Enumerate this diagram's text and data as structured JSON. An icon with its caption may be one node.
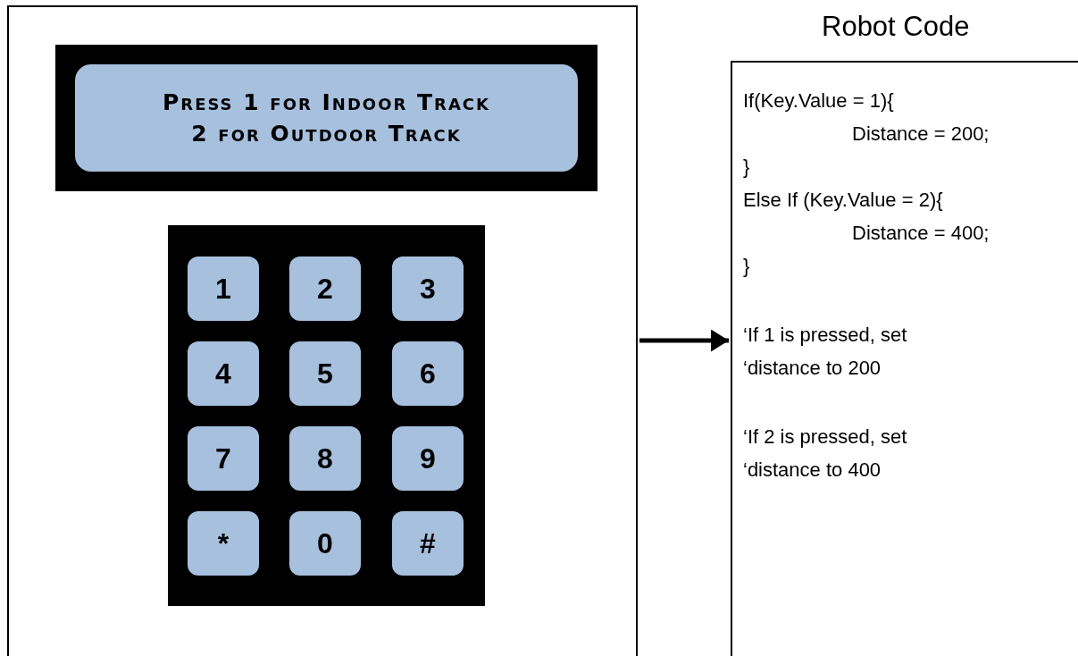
{
  "diagram": {
    "nodes": [
      {
        "text": [],
        "shape": "box"
      },
      {
        "text": [
          "Press 1 for Indoor Track",
          "2 for Outdoor Track"
        ],
        "in": 0
      },
      {
        "text": [],
        "shape": "box",
        "in": 0
      },
      {
        "text": [
          "1"
        ],
        "in": 2
      },
      {
        "text": [
          "2"
        ],
        "in": 2
      },
      {
        "text": [
          "3"
        ],
        "in": 2
      },
      {
        "text": [
          "4"
        ],
        "in": 2
      },
      {
        "text": [
          "5"
        ],
        "in": 2
      },
      {
        "text": [
          "6"
        ],
        "in": 2
      },
      {
        "text": [
          "7"
        ],
        "in": 2
      },
      {
        "text": [
          "8"
        ],
        "in": 2
      },
      {
        "text": [
          "9"
        ],
        "in": 2
      },
      {
        "text": [
          "*"
        ],
        "in": 2
      },
      {
        "text": [
          "0"
        ],
        "in": 2
      },
      {
        "text": [
          "#"
        ],
        "in": 2
      },
      {
        "text": [
          "Robot Code",
          "If(Key.Value = 1){",
          "Distance = 200;",
          "}",
          "Else If (Key.Value = 2){",
          "Distance = 400;",
          "}",
          "‘If 1 is pressed, set",
          "‘distance to 200",
          "‘If 2 is pressed, set",
          "‘distance to 400"
        ]
      }
    ],
    "edges": [
      {
        "from": 0,
        "to": 15,
        "arrow": "to"
      }
    ]
  }
}
